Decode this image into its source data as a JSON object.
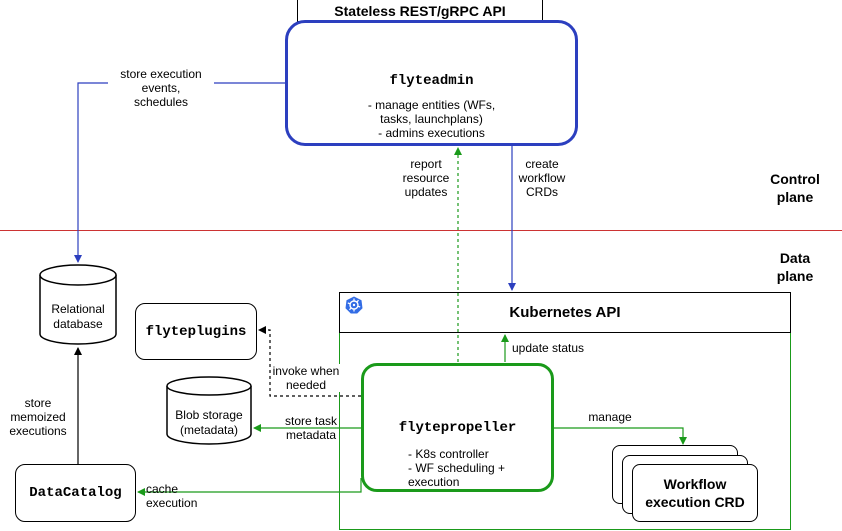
{
  "api_header": "Stateless REST/gRPC API",
  "flyteadmin": {
    "title": "flyteadmin",
    "line1": "- manage entities (WFs,",
    "line2": "tasks, launchplans)",
    "line3": "- admins executions"
  },
  "planes": {
    "control": "Control\nplane",
    "data": "Data\nplane"
  },
  "edges": {
    "store_events": "store execution\nevents,\nschedules",
    "report_resource": "report\nresource\nupdates",
    "create_crds": "create\nworkflow\nCRDs",
    "update_status": "update status",
    "invoke_needed": "invoke when\nneeded",
    "store_task_metadata": "store task\nmetadata",
    "manage": "manage",
    "cache_execution": "cache\nexecution",
    "store_memoized": "store\nmemoized\nexecutions"
  },
  "relational_db": "Relational\ndatabase",
  "blob_storage": "Blob storage\n(metadata)",
  "flyteplugins": "flyteplugins",
  "datacatalog": "DataCatalog",
  "kubernetes_api": "Kubernetes API",
  "flytepropeller": {
    "title": "flytepropeller",
    "line1": "- K8s controller",
    "line2": "- WF scheduling +",
    "line3": "execution"
  },
  "workflow_crd": "Workflow\nexecution CRD",
  "colors": {
    "blue": "#2c3fbf",
    "green": "#1a9a1a",
    "divider": "#cc3333"
  },
  "icons": {
    "kubernetes": "kubernetes-helm-wheel-icon"
  }
}
